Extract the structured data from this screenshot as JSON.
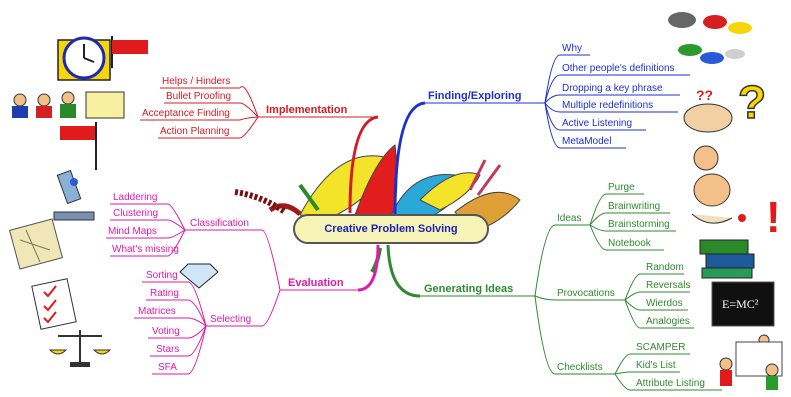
{
  "center": "Creative Problem Solving",
  "branches": {
    "implementation": {
      "label": "Implementation",
      "items": [
        "Helps / Hinders",
        "Bullet Proofing",
        "Acceptance Finding",
        "Action Planning"
      ]
    },
    "finding": {
      "label": "Finding/Exploring",
      "items": [
        "Why",
        "Other people's definitions",
        "Dropping a key phrase",
        "Multiple redefinitions",
        "Active Listening",
        "MetaModel"
      ]
    },
    "evaluation": {
      "label": "Evaluation",
      "classification": {
        "label": "Classification",
        "items": [
          "Laddering",
          "Clustering",
          "Mind Maps",
          "What's missing"
        ]
      },
      "selecting": {
        "label": "Selecting",
        "items": [
          "Sorting",
          "Rating",
          "Matrices",
          "Voting",
          "Stars",
          "SFA"
        ]
      }
    },
    "generating": {
      "label": "Generating Ideas",
      "ideas": {
        "label": "Ideas",
        "items": [
          "Purge",
          "Brainwriting",
          "Brainstorming",
          "Notebook"
        ]
      },
      "provocations": {
        "label": "Provocations",
        "items": [
          "Random",
          "Reversals",
          "Wierdos",
          "Analogies"
        ]
      },
      "checklists": {
        "label": "Checklists",
        "items": [
          "SCAMPER",
          "Kid's List",
          "Attribute Listing"
        ]
      }
    }
  },
  "colors": {
    "implementation": "#d41c24",
    "finding": "#1e2fd0",
    "evaluation": "#e01aa8",
    "generating": "#2f8a2f"
  },
  "formula_text": "E=MC²",
  "icons": [
    "stopwatch-icon",
    "finish-flag-icon",
    "start-flag-icon",
    "audience-icon",
    "question-mark-icon",
    "hats-icon",
    "baby-icon",
    "books-icon",
    "chalkboard-icon",
    "microscope-icon",
    "diamond-icon",
    "checklist-icon",
    "scales-icon",
    "swiss-knife-icon"
  ]
}
